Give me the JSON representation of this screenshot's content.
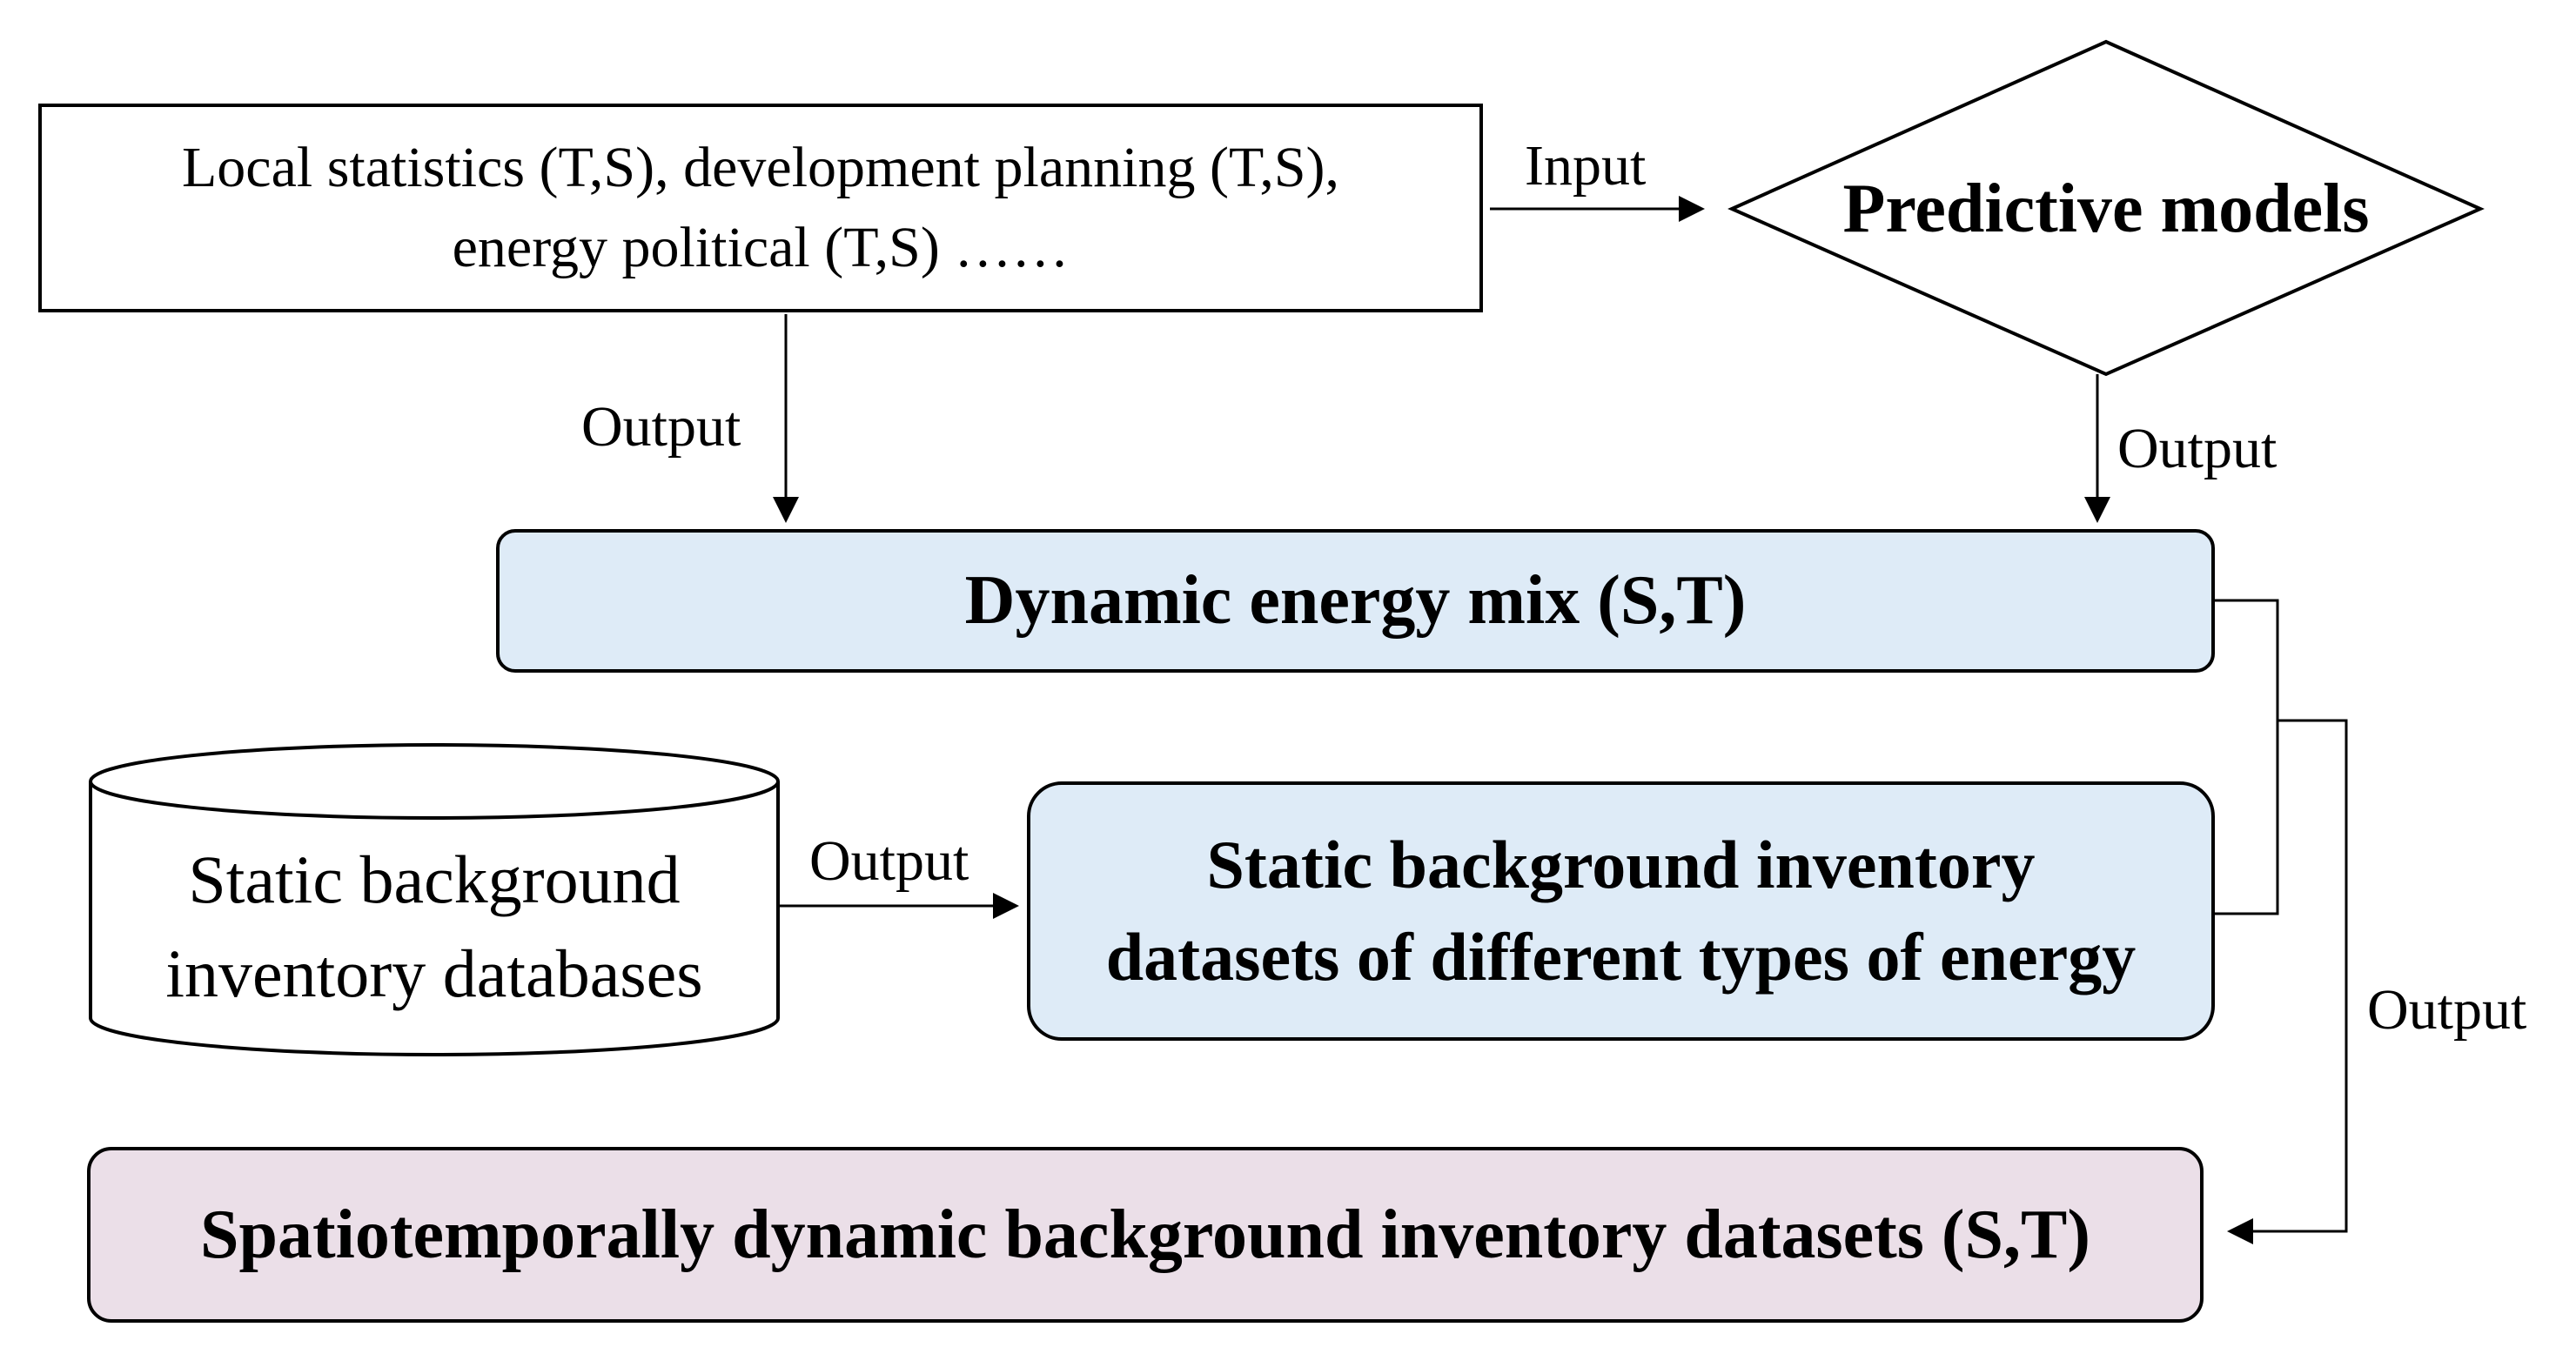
{
  "inputs_box": {
    "line1": "Local statistics (T,S), development planning (T,S),",
    "line2": "energy political (T,S) ……"
  },
  "predictive_models": "Predictive models",
  "dynamic_energy_mix": "Dynamic energy mix (S,T)",
  "database": {
    "line1": "Static background",
    "line2": "inventory databases"
  },
  "static_datasets": {
    "line1": "Static background inventory",
    "line2": "datasets of different types of energy"
  },
  "result": "Spatiotemporally dynamic background inventory datasets (S,T)",
  "edge_labels": {
    "input": "Input",
    "output_inputs_to_mix": "Output",
    "output_models_to_mix": "Output",
    "output_database_to_static": "Output",
    "output_to_result": "Output"
  },
  "colors": {
    "mix_fill": "#deebf7",
    "static_fill": "#deebf7",
    "result_fill": "#ebdfe8",
    "stroke": "#000000"
  }
}
